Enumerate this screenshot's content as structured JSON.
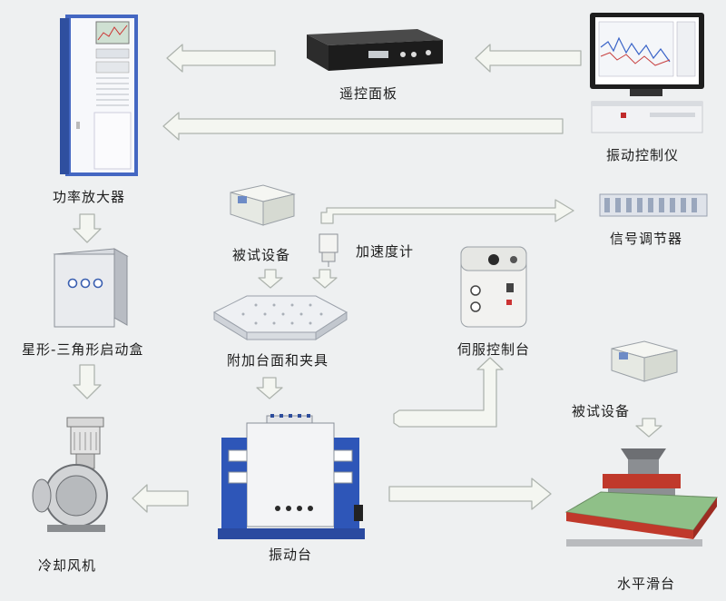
{
  "labels": {
    "power_amplifier": "功率放大器",
    "remote_panel": "遥控面板",
    "vibration_controller": "振动控制仪",
    "signal_conditioner": "信号调节器",
    "test_item_top": "被试设备",
    "accelerometer": "加速度计",
    "star_delta_box": "星形-三角形启动盒",
    "fixture": "附加台面和夹具",
    "servo_console": "伺服控制台",
    "test_item_right": "被试设备",
    "cooling_fan": "冷却风机",
    "shaker": "振动台",
    "slip_table": "水平滑台"
  },
  "colors": {
    "background": "#eef0f1",
    "arrow_fill": "#f4f6f1",
    "arrow_stroke": "#aeb4ae",
    "cabinet_blue": "#3b5cb5",
    "slip_table_green": "#8ebf86"
  }
}
